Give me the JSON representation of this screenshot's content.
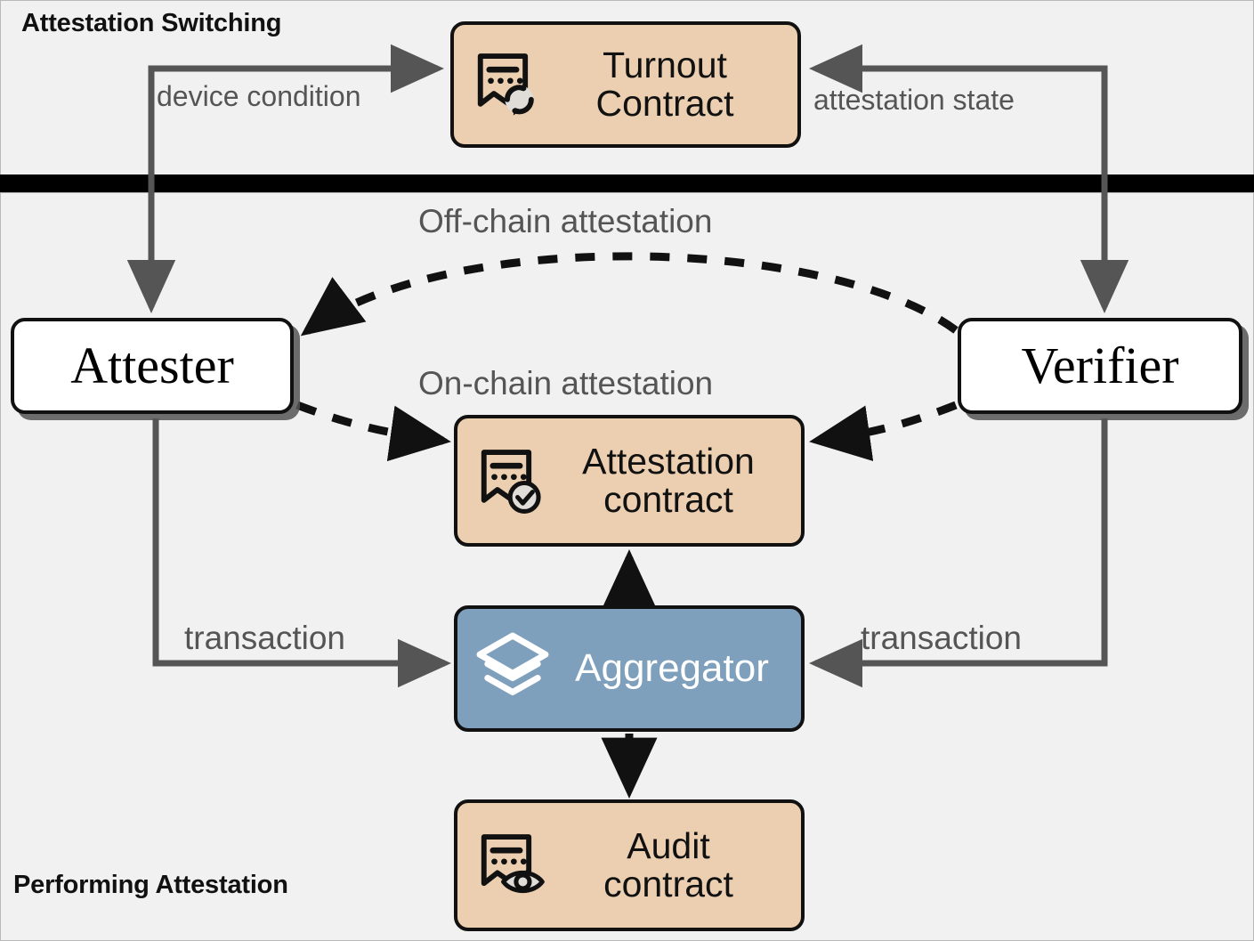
{
  "diagram": {
    "title_top": "Attestation Switching",
    "title_bottom": "Performing Attestation",
    "colors": {
      "background": "#f1f1f1",
      "contract_fill": "#ebcfb0",
      "aggregator_fill": "#7fa0bc",
      "actor_fill": "#ffffff",
      "stroke": "#111111",
      "edge_gray": "#555555",
      "divider": "#000000"
    },
    "nodes": [
      {
        "id": "turnout",
        "label": "Turnout\nContract",
        "icon": "document-refresh-icon",
        "kind": "contract"
      },
      {
        "id": "attester",
        "label": "Attester",
        "icon": "",
        "kind": "actor"
      },
      {
        "id": "verifier",
        "label": "Verifier",
        "icon": "",
        "kind": "actor"
      },
      {
        "id": "attestation",
        "label": "Attestation\ncontract",
        "icon": "document-check-icon",
        "kind": "contract"
      },
      {
        "id": "aggregator",
        "label": "Aggregator",
        "icon": "layers-stack-icon",
        "kind": "service"
      },
      {
        "id": "audit",
        "label": "Audit\ncontract",
        "icon": "document-eye-icon",
        "kind": "contract"
      }
    ],
    "edges": [
      {
        "id": "device-condition",
        "label": "device condition",
        "from": "attester",
        "to": "turnout",
        "style": "solid"
      },
      {
        "id": "attestation-state",
        "label": "attestation state",
        "from": "verifier",
        "to": "turnout",
        "style": "solid"
      },
      {
        "id": "off-chain",
        "label": "Off-chain attestation",
        "from": "verifier",
        "to": "attester",
        "style": "dashed"
      },
      {
        "id": "on-chain",
        "label": "On-chain attestation",
        "from": "attester",
        "to": "attestation",
        "style": "dashed"
      },
      {
        "id": "tx-left",
        "label": "transaction",
        "from": "attester",
        "to": "aggregator",
        "style": "solid"
      },
      {
        "id": "tx-right",
        "label": "transaction",
        "from": "verifier",
        "to": "aggregator",
        "style": "solid"
      },
      {
        "id": "agg-to-attestation",
        "label": "",
        "from": "aggregator",
        "to": "attestation",
        "style": "dashed"
      },
      {
        "id": "agg-to-audit",
        "label": "",
        "from": "aggregator",
        "to": "audit",
        "style": "dashed"
      }
    ]
  }
}
